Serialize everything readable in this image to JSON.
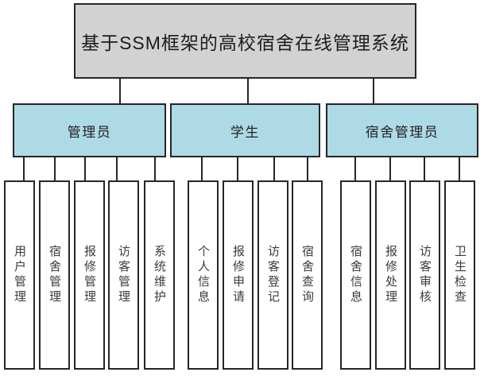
{
  "diagram": {
    "title": "基于SSM框架的高校宿舍在线管理系统",
    "branches": [
      {
        "label": "管理员",
        "children": [
          "用户管理",
          "宿舍管理",
          "报修管理",
          "访客管理",
          "系统维护"
        ]
      },
      {
        "label": "学生",
        "children": [
          "个人信息",
          "报修申请",
          "访客登记",
          "宿舍查询"
        ]
      },
      {
        "label": "宿舍管理员",
        "children": [
          "宿舍信息",
          "报修处理",
          "访客审核",
          "卫生检查"
        ]
      }
    ],
    "colors": {
      "root_fill": "#d2d2d2",
      "branch_fill": "#aedae6",
      "leaf_fill": "#ffffff",
      "border": "#262626",
      "connector": "#262626",
      "text": "#222222"
    }
  }
}
